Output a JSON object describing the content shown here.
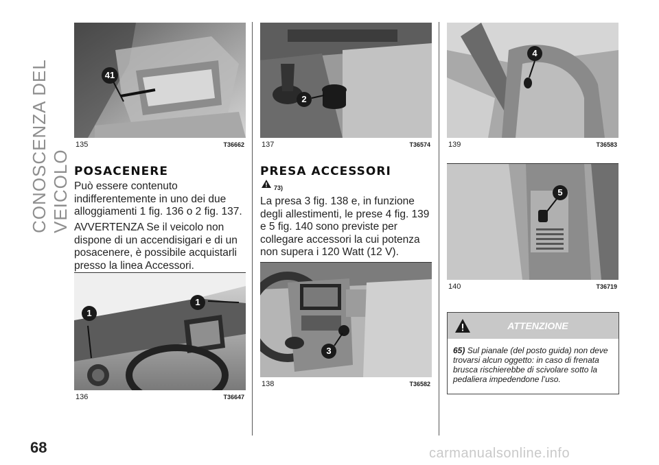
{
  "sidebar": {
    "section_title": "CONOSCENZA DEL VEICOLO"
  },
  "page": {
    "number": "68",
    "watermark": "carmanualsonline.info"
  },
  "figures": {
    "f135": {
      "number": "135",
      "code": "T36662",
      "callout": "41"
    },
    "f136": {
      "number": "136",
      "code": "T36647",
      "callout_a": "1",
      "callout_b": "1"
    },
    "f137": {
      "number": "137",
      "code": "T36574",
      "callout": "2"
    },
    "f138": {
      "number": "138",
      "code": "T36582",
      "callout": "3"
    },
    "f139": {
      "number": "139",
      "code": "T36583",
      "callout": "4"
    },
    "f140": {
      "number": "140",
      "code": "T36719",
      "callout": "5"
    }
  },
  "posacenere": {
    "heading": "POSACENERE",
    "p1": "Può essere contenuto indifferentemente in uno dei due alloggiamenti 1 fig. 136 o 2 fig. 137.",
    "p2": "AVVERTENZA Se il veicolo non dispone di un accendisigari e di un posacenere, è possibile acquistarli presso la linea Accessori."
  },
  "presa": {
    "heading": "PRESA ACCESSORI",
    "ref": "73)",
    "p1": "La presa 3 fig. 138 e, in funzione degli allestimenti, le prese 4 fig. 139 e 5 fig. 140 sono previste per collegare accessori la cui potenza non supera i 120 Watt (12 V)."
  },
  "warning": {
    "title": "ATTENZIONE",
    "ref": "65)",
    "text": "Sul pianale (del posto guida) non deve trovarsi alcun oggetto: in caso di frenata brusca rischierebbe di scivolare sotto la pedaliera impedendone l’uso."
  },
  "colors": {
    "callout_bg": "#1a1a1a",
    "callout_fg": "#ffffff",
    "warning_header": "#c8c8c8"
  }
}
